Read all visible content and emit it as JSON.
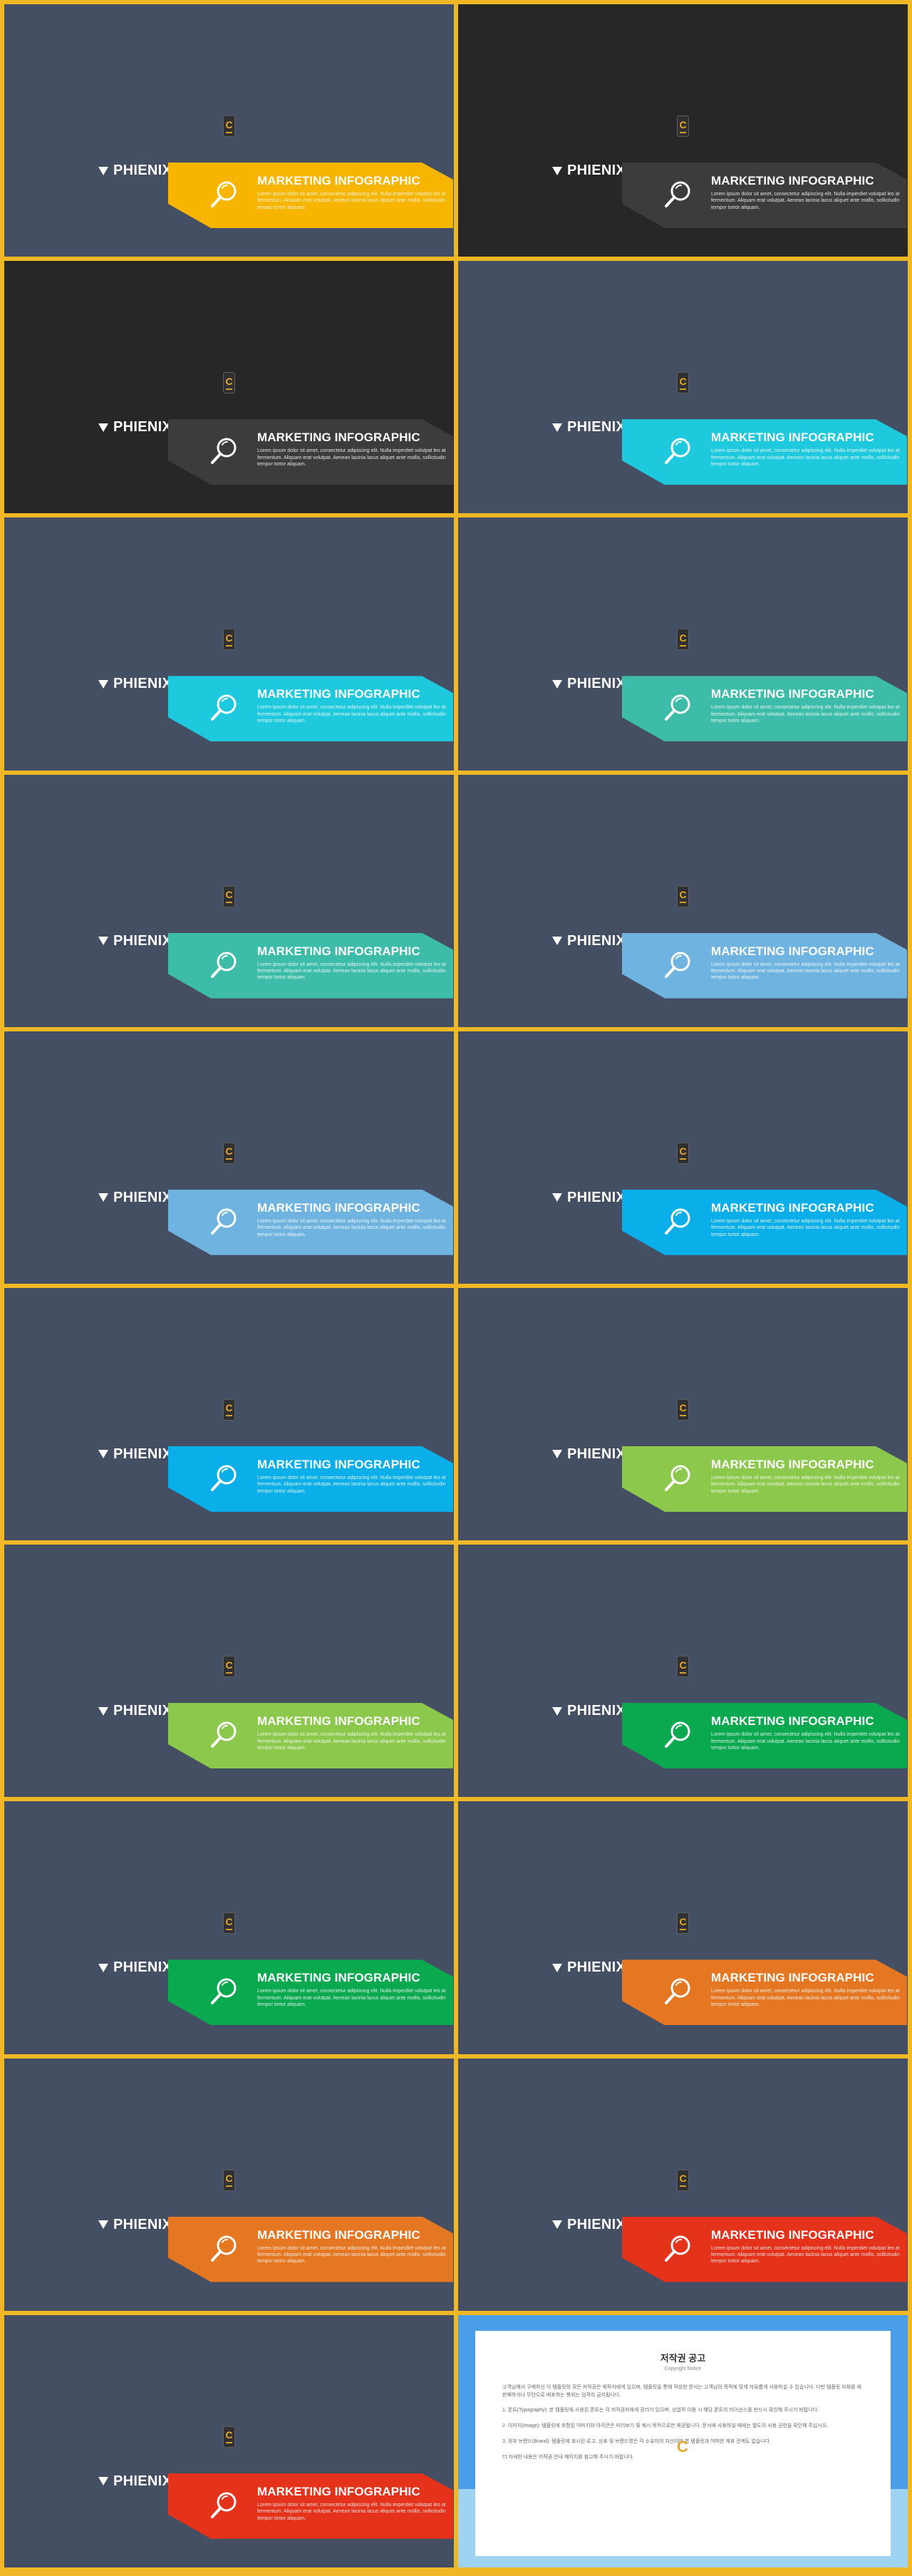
{
  "brand": "PHIENIX",
  "logo_letter": "C",
  "banner_title": "MARKETING INFOGRAPHIC",
  "banner_body": "Lorem ipsum dolor sit amet, consectetur adipiscing elit. Nulla imperdiet volutpat leo at fermentum. Aliquam erat volutpat. Aenean lacinia lacus aliquet ante mollis, sollicitudin tempor tortor aliquam.",
  "slides": [
    {
      "bg": "#444f63",
      "accent": "#f7b500"
    },
    {
      "bg": "#272727",
      "accent": "#3c3c3c"
    },
    {
      "bg": "#272727",
      "accent": "#3c3c3c"
    },
    {
      "bg": "#444f63",
      "accent": "#1ec8dd"
    },
    {
      "bg": "#444f63",
      "accent": "#1ec8dd"
    },
    {
      "bg": "#444f63",
      "accent": "#3dbda9"
    },
    {
      "bg": "#444f63",
      "accent": "#3dbda9"
    },
    {
      "bg": "#444f63",
      "accent": "#6fb4e0"
    },
    {
      "bg": "#444f63",
      "accent": "#6fb4e0"
    },
    {
      "bg": "#444f63",
      "accent": "#0aaee8"
    },
    {
      "bg": "#444f63",
      "accent": "#0aaee8"
    },
    {
      "bg": "#444f63",
      "accent": "#8cc84b"
    },
    {
      "bg": "#444f63",
      "accent": "#8cc84b"
    },
    {
      "bg": "#444f63",
      "accent": "#0aa84f"
    },
    {
      "bg": "#444f63",
      "accent": "#0aa84f"
    },
    {
      "bg": "#444f63",
      "accent": "#e67722"
    },
    {
      "bg": "#444f63",
      "accent": "#e67722"
    },
    {
      "bg": "#444f63",
      "accent": "#e4321b"
    },
    {
      "bg": "#444f63",
      "accent": "#e4321b"
    }
  ],
  "notice": {
    "title": "저작권 공고",
    "subtitle": "Copyright Notice",
    "paragraphs": [
      "고객님께서 구매하신 이 템플릿의 모든 저작권은 제작자에게 있으며, 템플릿을 통해 작성한 문서는 고객님의 목적에 맞게 자유롭게 사용하실 수 있습니다. 다만 템플릿 자체를 재판매하거나 무단으로 배포하는 행위는 엄격히 금지됩니다.",
      "1. 폰트(Typography): 본 템플릿에 사용된 폰트는 각 저작권자에게 권리가 있으며, 상업적 이용 시 해당 폰트의 라이선스를 반드시 확인해 주시기 바랍니다.",
      "2. 이미지(Image): 템플릿에 포함된 이미지와 아이콘은 미리보기 및 예시 목적으로만 제공됩니다. 문서에 사용하실 때에는 별도의 사용 권한을 확인해 주십시오.",
      "3. 외부 브랜드(Brand): 템플릿에 표시된 로고, 상표 및 브랜드명은 각 소유자의 자산이며 본 템플릿과 어떠한 제휴 관계도 없습니다.",
      "더 자세한 내용은 저작권 안내 페이지를 참고해 주시기 바랍니다."
    ]
  }
}
